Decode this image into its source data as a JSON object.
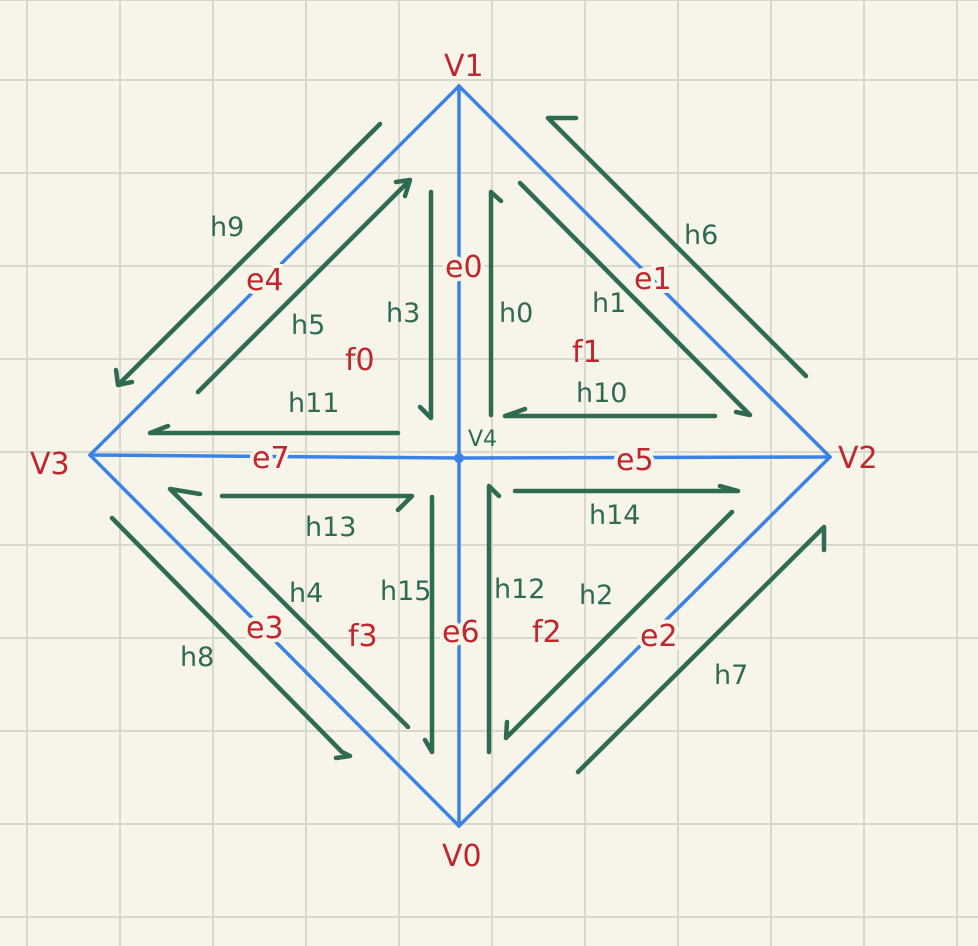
{
  "colors": {
    "background": "#f7f5ea",
    "grid": "#d9d8cc",
    "edges": "#3b82e6",
    "halfedges": "#2f6b4f",
    "labels": "#c0272d"
  },
  "vertices": {
    "v0": "V0",
    "v1": "V1",
    "v2": "V2",
    "v3": "V3",
    "v4": "V4"
  },
  "edges": {
    "e0": "e0",
    "e1": "e1",
    "e2": "e2",
    "e3": "e3",
    "e4": "e4",
    "e5": "e5",
    "e6": "e6",
    "e7": "e7"
  },
  "faces": {
    "f0": "f0",
    "f1": "f1",
    "f2": "f2",
    "f3": "f3"
  },
  "halfedges": {
    "h0": "h0",
    "h1": "h1",
    "h2": "h2",
    "h3": "h3",
    "h4": "h4",
    "h5": "h5",
    "h6": "h6",
    "h7": "h7",
    "h8": "h8",
    "h9": "h9",
    "h10": "h10",
    "h11": "h11",
    "h12": "h12",
    "h13": "h13",
    "h14": "h14",
    "h15": "h15"
  }
}
